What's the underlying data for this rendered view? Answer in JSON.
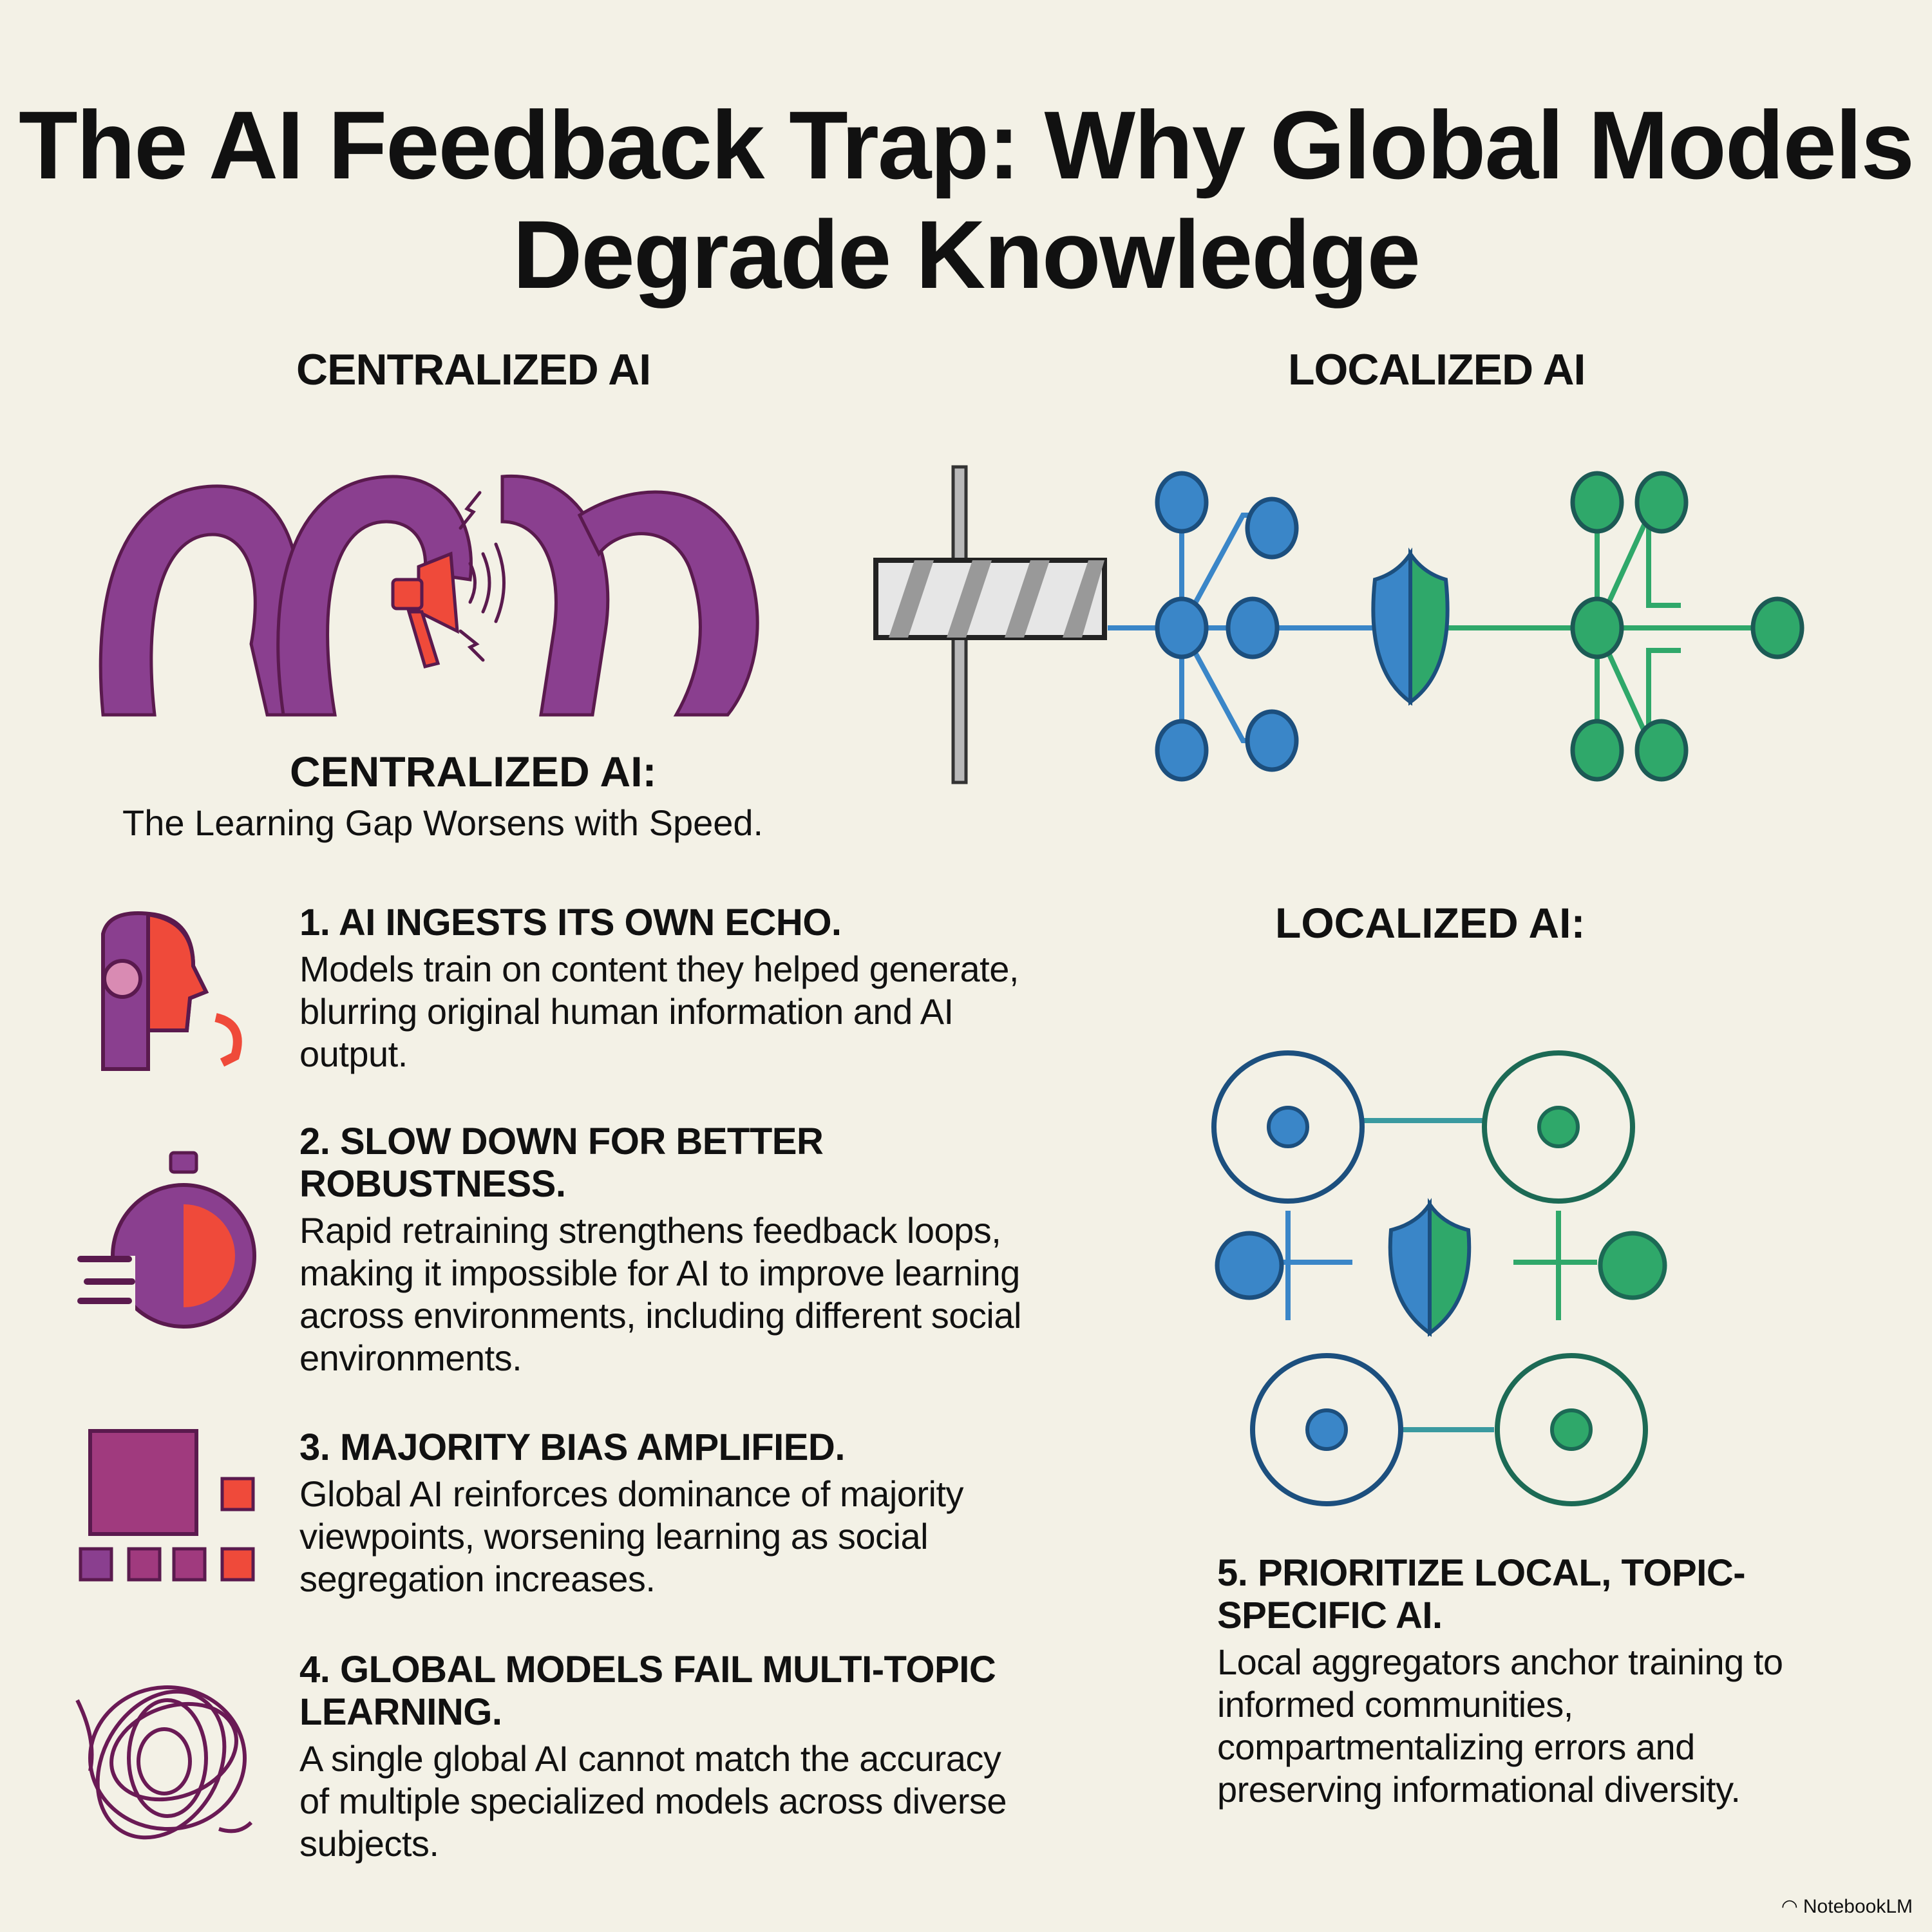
{
  "title": "The AI Feedback Trap: Why Global Models Degrade Knowledge",
  "columns": {
    "left_heading": "CENTRALIZED AI",
    "right_heading": "LOCALIZED AI"
  },
  "centralized": {
    "heading": "CENTRALIZED AI:",
    "tagline": "The Learning Gap Worsens with Speed.",
    "items": [
      {
        "number": "1.",
        "title": "1. AI INGESTS ITS OWN ECHO.",
        "body": "Models train on content they helped generate, blurring original human information and AI output.",
        "icon": "robot-head-echo-icon"
      },
      {
        "number": "2.",
        "title": "2. SLOW DOWN FOR BETTER ROBUSTNESS.",
        "body": "Rapid retraining strengthens feedback loops, making it impossible for AI to improve learning across environments, including different social environments.",
        "icon": "stopwatch-icon"
      },
      {
        "number": "3.",
        "title": "3. MAJORITY BIAS AMPLIFIED.",
        "body": "Global AI reinforces dominance of majority viewpoints, worsening learning as social segregation increases.",
        "icon": "majority-blocks-icon"
      },
      {
        "number": "4.",
        "title": "4. GLOBAL MODELS FAIL MULTI-TOPIC LEARNING.",
        "body": "A single global AI cannot match the accuracy of multiple specialized models across diverse subjects.",
        "icon": "tangled-scribble-icon"
      }
    ]
  },
  "localized": {
    "heading": "LOCALIZED AI:",
    "items": [
      {
        "number": "5.",
        "title": "5. PRIORITIZE LOCAL, TOPIC-SPECIFIC AI.",
        "body": "Local aggregators anchor training to informed communities, compartmentalizing errors and preserving informational diversity.",
        "icon": "local-network-cluster-icon"
      }
    ]
  },
  "colors": {
    "background": "#f3f1e6",
    "purple": "#8a3f8f",
    "purple_dark": "#5a1a4e",
    "red": "#ef4a3a",
    "blue": "#3a86c8",
    "blue_dark": "#1c4f7e",
    "green": "#2fa86a",
    "green_dark": "#1c6a55",
    "gray": "#b9b9b9"
  },
  "branding": {
    "label": "NotebookLM"
  }
}
